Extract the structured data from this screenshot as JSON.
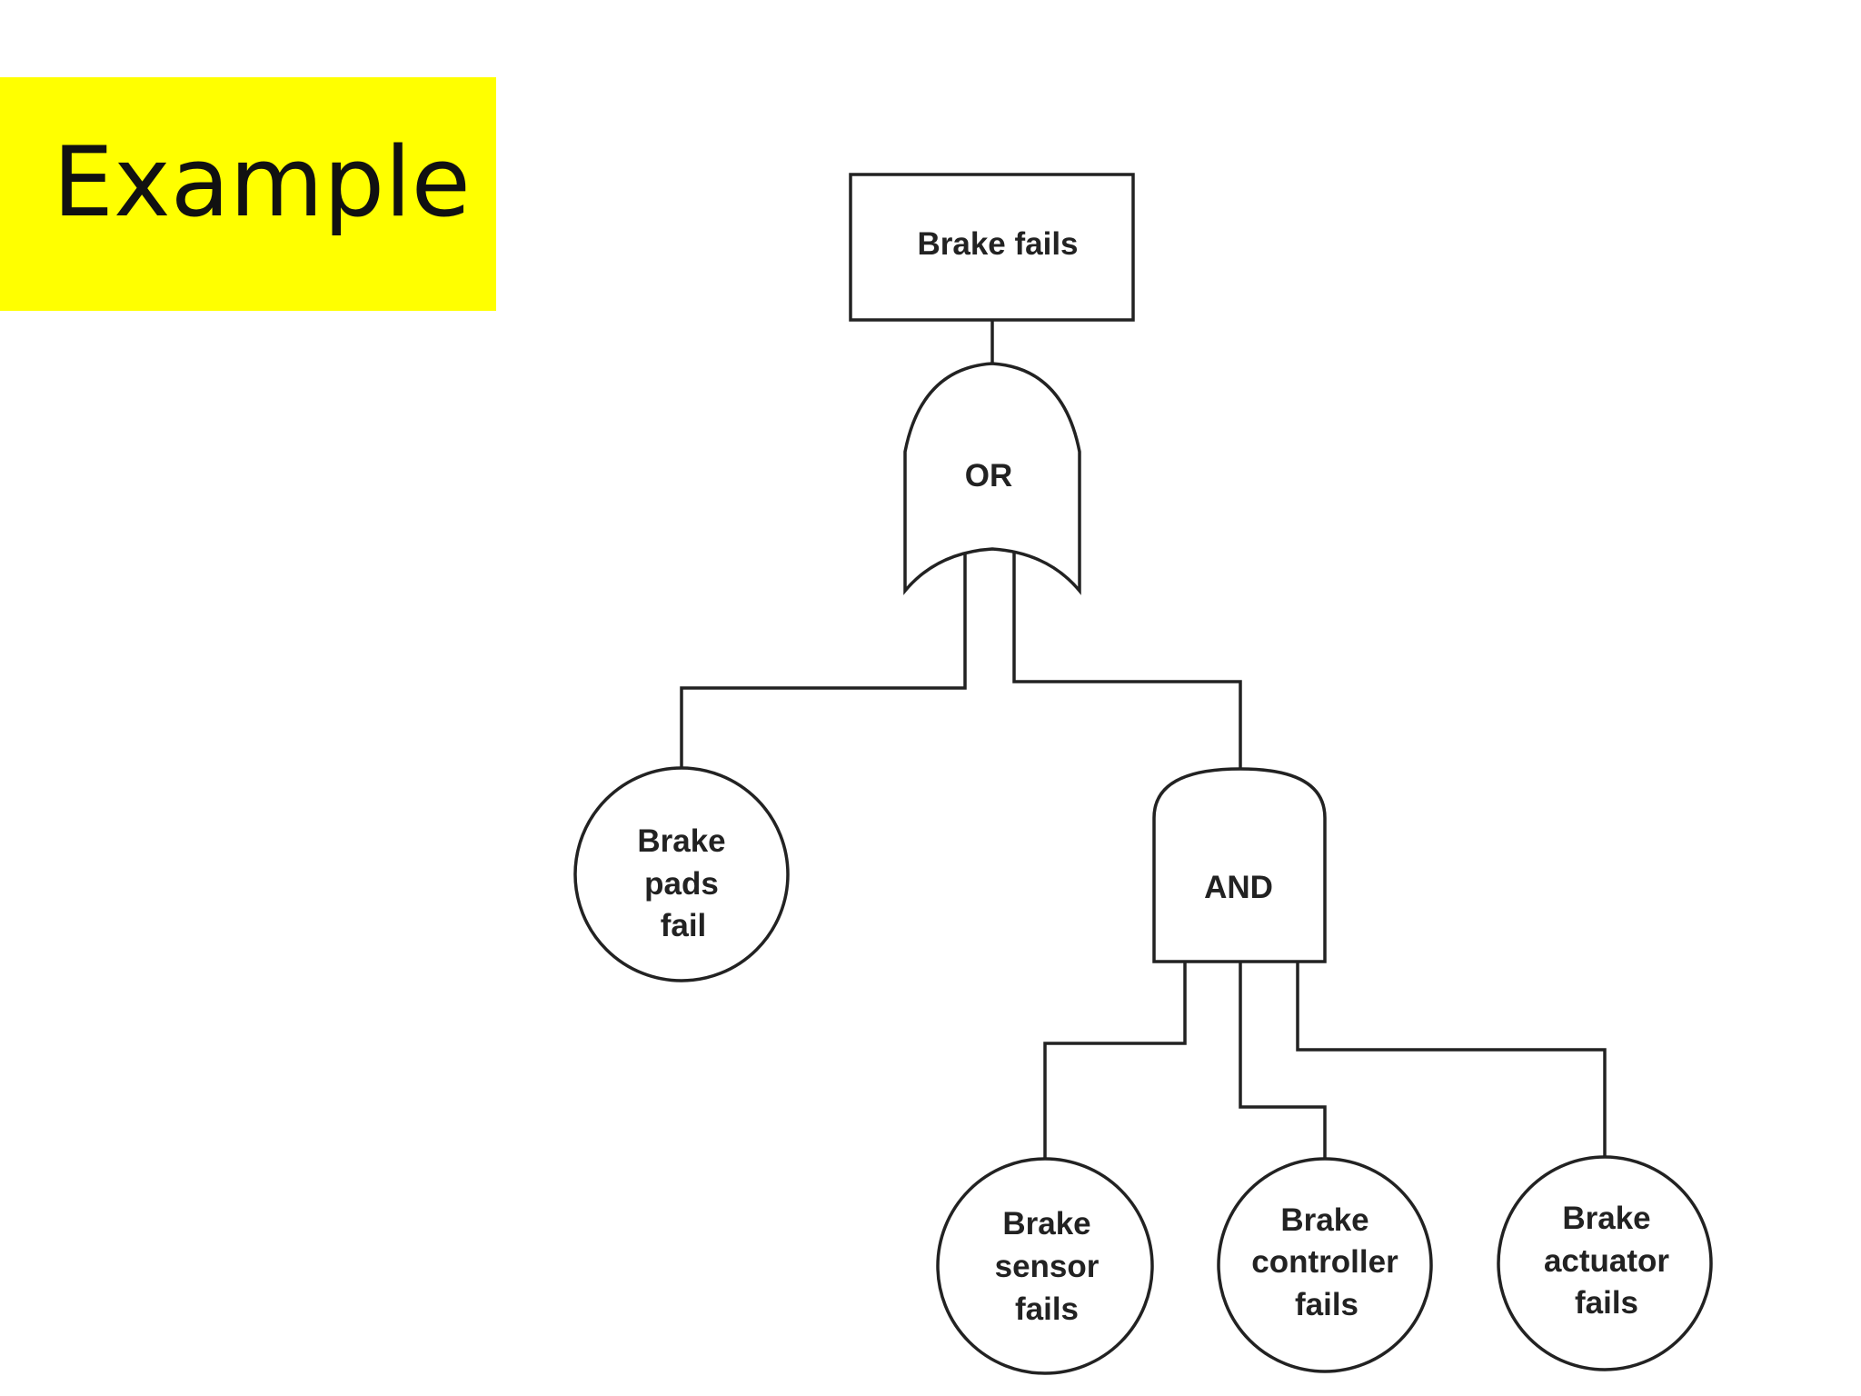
{
  "slide": {
    "title": "Example",
    "title_bg_color": "#ffff00"
  },
  "fault_tree": {
    "top_event": {
      "label": "Brake fails"
    },
    "or_gate": {
      "label": "OR"
    },
    "and_gate": {
      "label": "AND"
    },
    "basic_events": [
      {
        "line1": "Brake",
        "line2": "pads",
        "line3": "fail"
      },
      {
        "line1": "Brake",
        "line2": "sensor",
        "line3": "fails"
      },
      {
        "line1": "Brake",
        "line2": "controller",
        "line3": "fails"
      },
      {
        "line1": "Brake",
        "line2": "actuator",
        "line3": "fails"
      }
    ]
  }
}
